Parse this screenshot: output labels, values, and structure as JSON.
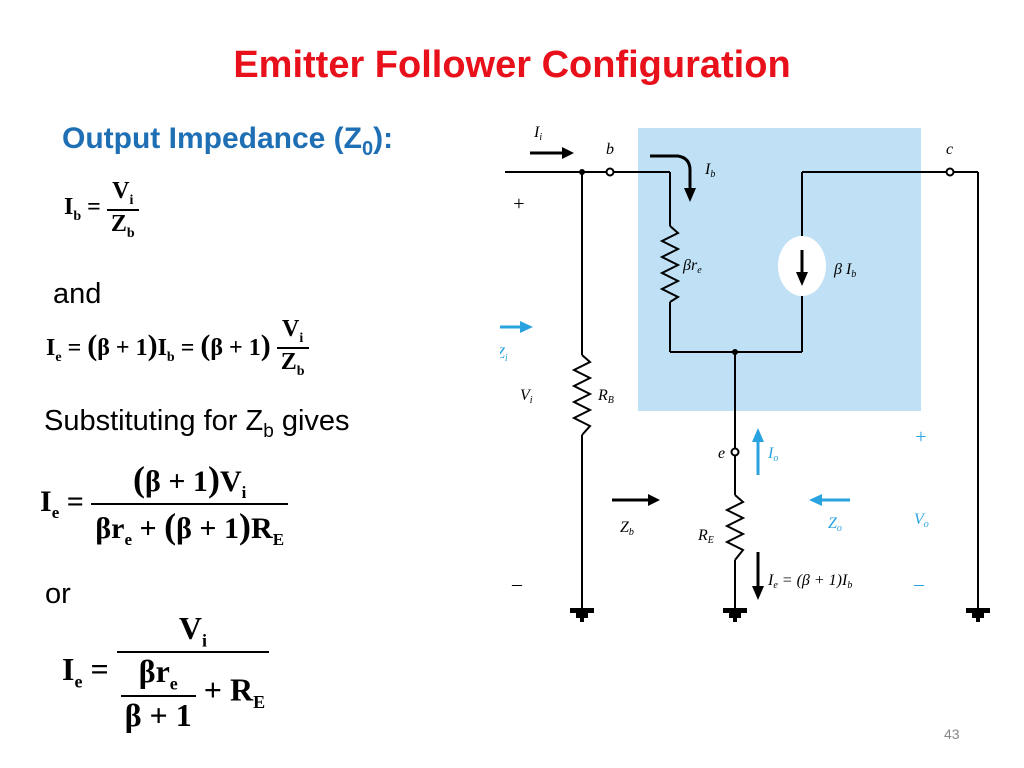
{
  "slide": {
    "title": "Emitter Follower Configuration",
    "heading": "Output Impedance (Z",
    "heading_sub": "0",
    "heading_end": "):",
    "and": "and",
    "substituting": "Substituting for Z",
    "substituting_sub": "b",
    "substituting_end": "  gives",
    "or": "or",
    "page_number": "43",
    "title_color": "#e8101a",
    "heading_color": "#1f6fb5"
  },
  "circuit": {
    "Ii": "I",
    "Ii_sub": "i",
    "b": "b",
    "c": "c",
    "e": "e",
    "Ib": "I",
    "Ib_sub": "b",
    "beta_re": "βr",
    "beta_re_sub": "e",
    "beta_Ib": "β I",
    "beta_Ib_sub": "b",
    "Zi": "Z",
    "Zi_sub": "i",
    "Vi": "V",
    "Vi_sub": "i",
    "RB": "R",
    "RB_sub": "B",
    "Io": "I",
    "Io_sub": "o",
    "Zb": "Z",
    "Zb_sub": "b",
    "Zo": "Z",
    "Zo_sub": "o",
    "Vo": "V",
    "Vo_sub": "o",
    "RE": "R",
    "RE_sub": "E",
    "Ie_eq": "I",
    "Ie_eq_sub": "e",
    "Ie_eq_rest": " = (β + 1)I",
    "Ie_eq_rest_sub": "b",
    "plus": "+",
    "minus": "–",
    "highlight_color": "#bfe0f5",
    "arrow_blue": "#29a3e0"
  }
}
